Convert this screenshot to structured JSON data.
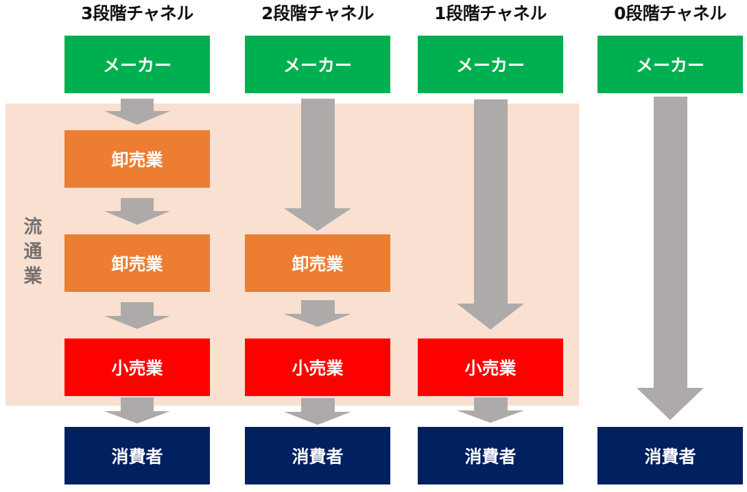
{
  "band": {
    "label_chars": [
      "流",
      "通",
      "業"
    ],
    "color": "#f9e0d1"
  },
  "colors": {
    "maker": "#00b050",
    "wholesale": "#ed7d31",
    "retail": "#ff0000",
    "consumer": "#002060",
    "arrow": "#aeaaaa"
  },
  "columns": [
    {
      "title": "3段階チャネル",
      "maker": "メーカー",
      "wholesale1": "卸売業",
      "wholesale2": "卸売業",
      "retail": "小売業",
      "consumer": "消費者"
    },
    {
      "title": "2段階チャネル",
      "maker": "メーカー",
      "wholesale2": "卸売業",
      "retail": "小売業",
      "consumer": "消費者"
    },
    {
      "title": "1段階チャネル",
      "maker": "メーカー",
      "retail": "小売業",
      "consumer": "消費者"
    },
    {
      "title": "0段階チャネル",
      "maker": "メーカー",
      "consumer": "消費者"
    }
  ]
}
